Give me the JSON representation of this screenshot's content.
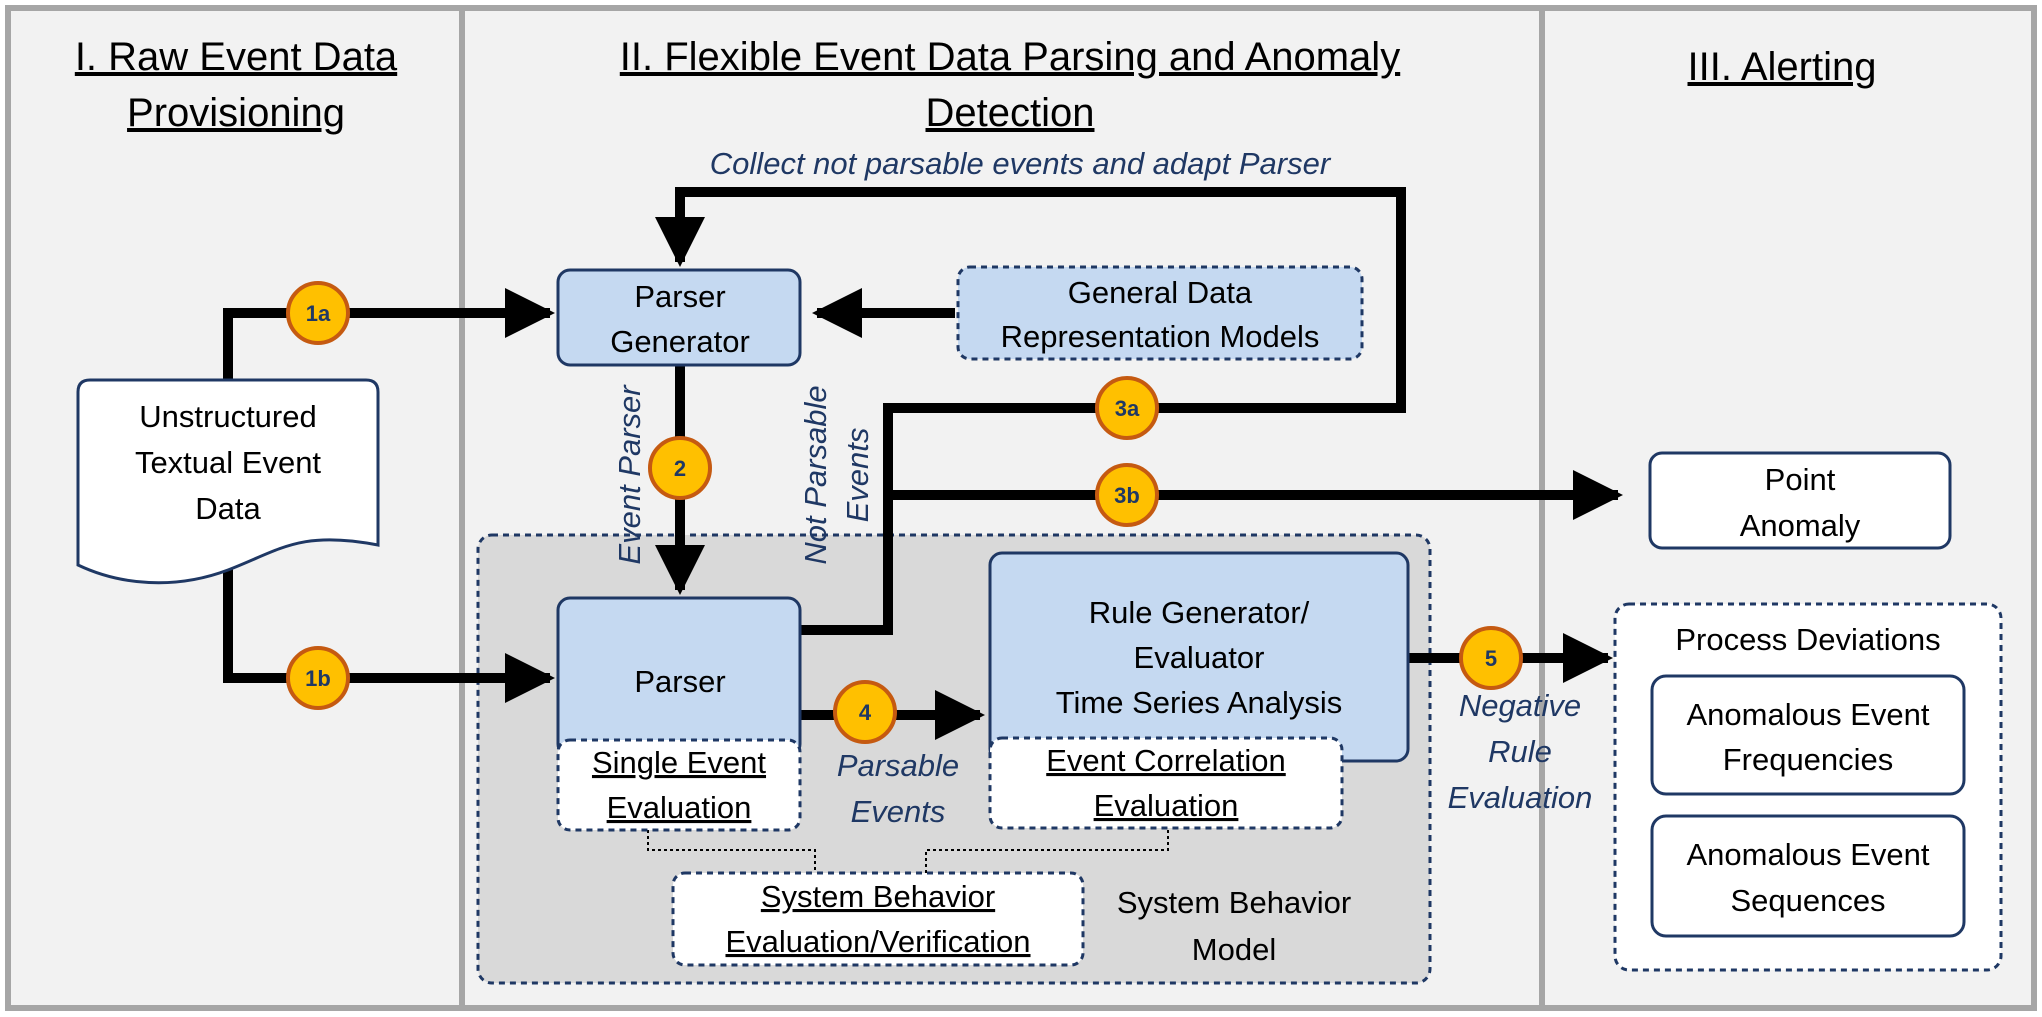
{
  "colors": {
    "panel": "#f2f2f2",
    "panel_border": "#a6a6a6",
    "box_blue_fill": "#c5d9f1",
    "box_border": "#1f3864",
    "model_fill": "#d9d9d9",
    "badge_fill": "#ffc000",
    "badge_border": "#c55a11",
    "arrow": "#000000",
    "italic_text": "#1f3864"
  },
  "headers": {
    "sec1_line1": "I. Raw Event Data",
    "sec1_line2": "Provisioning",
    "sec2_line1": "II. Flexible Event Data Parsing and Anomaly",
    "sec2_line2": "Detection",
    "sec3": "III. Alerting"
  },
  "boxes": {
    "unstructured_line1": "Unstructured",
    "unstructured_line2": "Textual Event",
    "unstructured_line3": "Data",
    "parser_generator_line1": "Parser",
    "parser_generator_line2": "Generator",
    "general_data_line1": "General Data",
    "general_data_line2": "Representation Models",
    "parser": "Parser",
    "single_event_line1": "Single Event",
    "single_event_line2": "Evaluation",
    "rule_gen_line1": "Rule Generator/",
    "rule_gen_line2": "Evaluator",
    "rule_gen_line3": "Time Series Analysis",
    "event_corr_line1": "Event Correlation",
    "event_corr_line2": "Evaluation",
    "sys_behavior_eval_line1": "System Behavior",
    "sys_behavior_eval_line2": "Evaluation/Verification",
    "sys_model_line1": "System Behavior",
    "sys_model_line2": "Model",
    "point_anomaly_line1": "Point",
    "point_anomaly_line2": "Anomaly",
    "process_deviations": "Process Deviations",
    "anom_freq_line1": "Anomalous Event",
    "anom_freq_line2": "Frequencies",
    "anom_seq_line1": "Anomalous Event",
    "anom_seq_line2": "Sequences"
  },
  "edge_labels": {
    "collect": "Collect not parsable events and adapt Parser",
    "event_parser": "Event Parser",
    "not_parsable_line1": "Not Parsable",
    "not_parsable_line2": "Events",
    "parsable_line1": "Parsable",
    "parsable_line2": "Events",
    "negative_line1": "Negative",
    "negative_line2": "Rule",
    "negative_line3": "Evaluation"
  },
  "badges": {
    "b1a": "1a",
    "b1b": "1b",
    "b2": "2",
    "b3a": "3a",
    "b3b": "3b",
    "b4": "4",
    "b5": "5"
  }
}
